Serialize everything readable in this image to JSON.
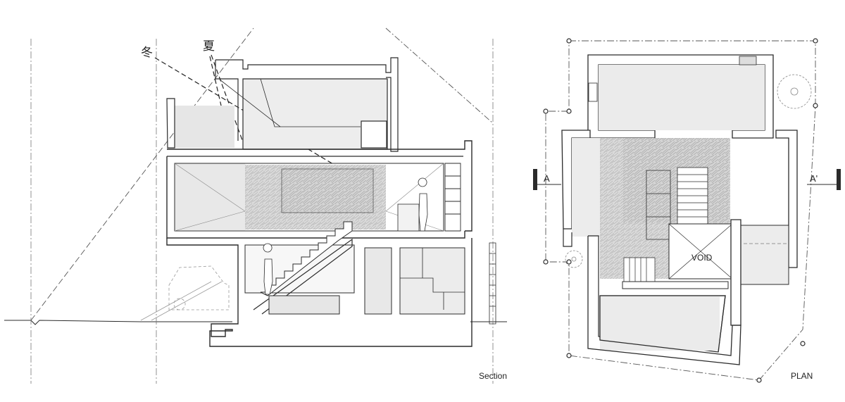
{
  "section": {
    "caption": "Section",
    "sun_winter": "冬",
    "sun_summer": "夏"
  },
  "plan": {
    "caption": "PLAN",
    "marker_left": "A",
    "marker_right": "A'",
    "void_label": "VOID"
  },
  "colors": {
    "line": "#2b2b2b",
    "light_line": "#8a8a8a",
    "shade": "#e4e4e4",
    "texture": "#cfcfcf"
  }
}
